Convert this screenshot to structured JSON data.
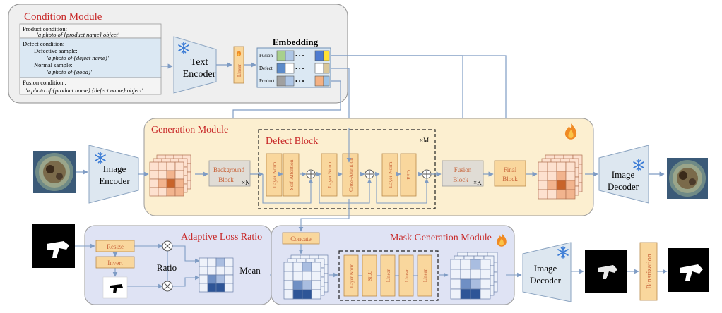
{
  "condition_module": {
    "title": "Condition Module",
    "product_label": "Product condition:",
    "product_prompt": "'a photo of {product name} object'",
    "defect_label": "Defect condition:",
    "defective_label": "Defective sample:",
    "defective_prompt": "'a photo of {defect name}'",
    "normal_label": "Normal sample:",
    "normal_prompt": "'a photo of {good}'",
    "fusion_label": "Fusion condition :",
    "fusion_prompt": "'a photo of {product name} {defect name} object'",
    "text_encoder": [
      "Text",
      "Encoder"
    ],
    "linear": "Linear",
    "embedding_title": "Embedding",
    "emb_rows": [
      "Fusion",
      "Defect",
      "Product"
    ],
    "dots": "• • •"
  },
  "generation_module": {
    "title": "Generation Module",
    "image_encoder": [
      "Image",
      "Encoder"
    ],
    "background_block": [
      "Background",
      "Block"
    ],
    "bg_mult": "×N",
    "defect_block_title": "Defect Block",
    "defect_mult": "×M",
    "layers": [
      "Layer Norm",
      "Self-Attention",
      "Layer Norm",
      "Cross-Attention",
      "Layer Norm",
      "FFD"
    ],
    "fusion_block": [
      "Fusion",
      "Block"
    ],
    "fusion_mult": "×K",
    "final_block": [
      "Final",
      "Block"
    ],
    "image_decoder": [
      "Image",
      "Decoder"
    ]
  },
  "adaptive_loss": {
    "title": "Adaptive Loss Ratio",
    "resize": "Resize",
    "invert": "Invert",
    "ratio": "Ratio",
    "mean": "Mean"
  },
  "mask_generation": {
    "title": "Mask Generation Module",
    "concate": "Concate",
    "layers": [
      "Layer Norm",
      "SiLU",
      "Linear",
      "Linear",
      "Linear"
    ],
    "image_decoder": [
      "Image",
      "Decoder"
    ],
    "binarization": "Binarization"
  },
  "colors": {
    "condition_bg": "#efefef",
    "generation_bg": "#fcefd0",
    "adaptive_bg": "#dfe3f4",
    "orange_box": "#f9d79d",
    "orange_text": "#c8643a",
    "title_red": "#c82828",
    "arrow": "#7f9cc4",
    "trapezoid": "#dde7f0"
  }
}
